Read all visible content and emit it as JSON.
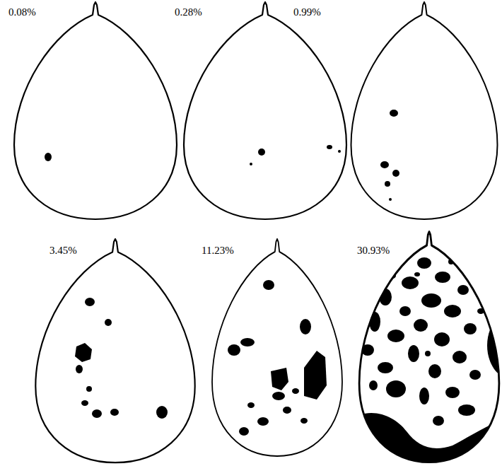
{
  "diagram": {
    "labels": [
      "0.08%",
      "0.28%",
      "0.99%",
      "3.45%",
      "11.23%",
      "30.93%"
    ]
  }
}
